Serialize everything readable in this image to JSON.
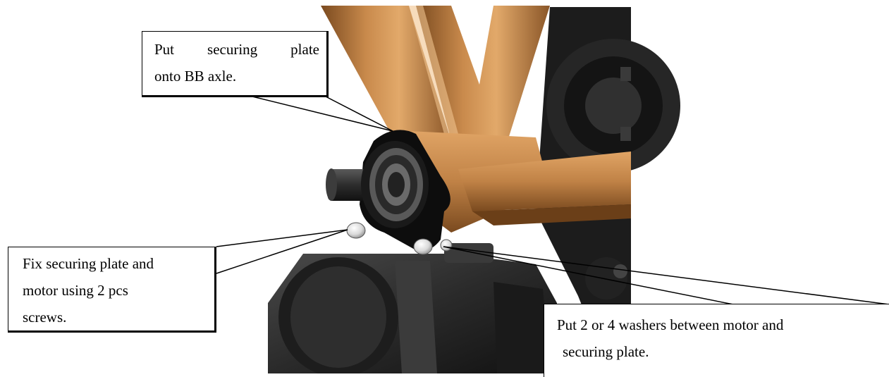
{
  "callouts": {
    "plate": {
      "line1": "Put securing plate",
      "line2": "onto BB axle."
    },
    "screws": {
      "line1": "Fix securing plate and",
      "line2": "motor using 2 pcs",
      "line3": "screws."
    },
    "washers": {
      "line1": "Put 2 or 4 washers between motor and",
      "line2": "securing plate."
    }
  },
  "colors": {
    "frame": "#c98a4c",
    "frame_shadow": "#7a4a1f",
    "motor": "#2b2b2b",
    "plate": "#0d0d0d",
    "screw": "#e6e6e6"
  }
}
